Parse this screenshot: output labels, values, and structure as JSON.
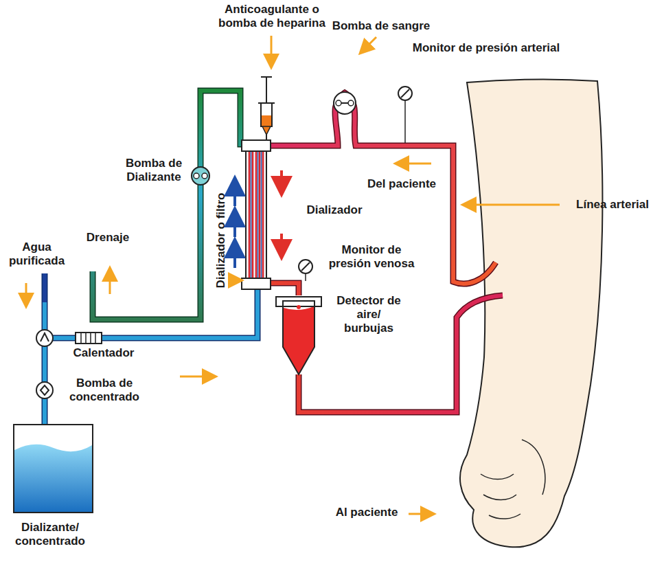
{
  "diagram": {
    "labels": [
      "Anticoagulante o bomba de heparina",
      "Bomba de sangre",
      "Monitor de presión arterial",
      "Bomba de Dializante",
      "Del paciente",
      "Línea arterial",
      "Drenaje",
      "Dializador",
      "Agua purificada",
      "Dializador o filtro",
      "Monitor de presión venosa",
      "Detector de aire/ burbujas",
      "Calentador",
      "Bomba de concentrado",
      "Al paciente",
      "Dializante/ concentrado"
    ]
  }
}
